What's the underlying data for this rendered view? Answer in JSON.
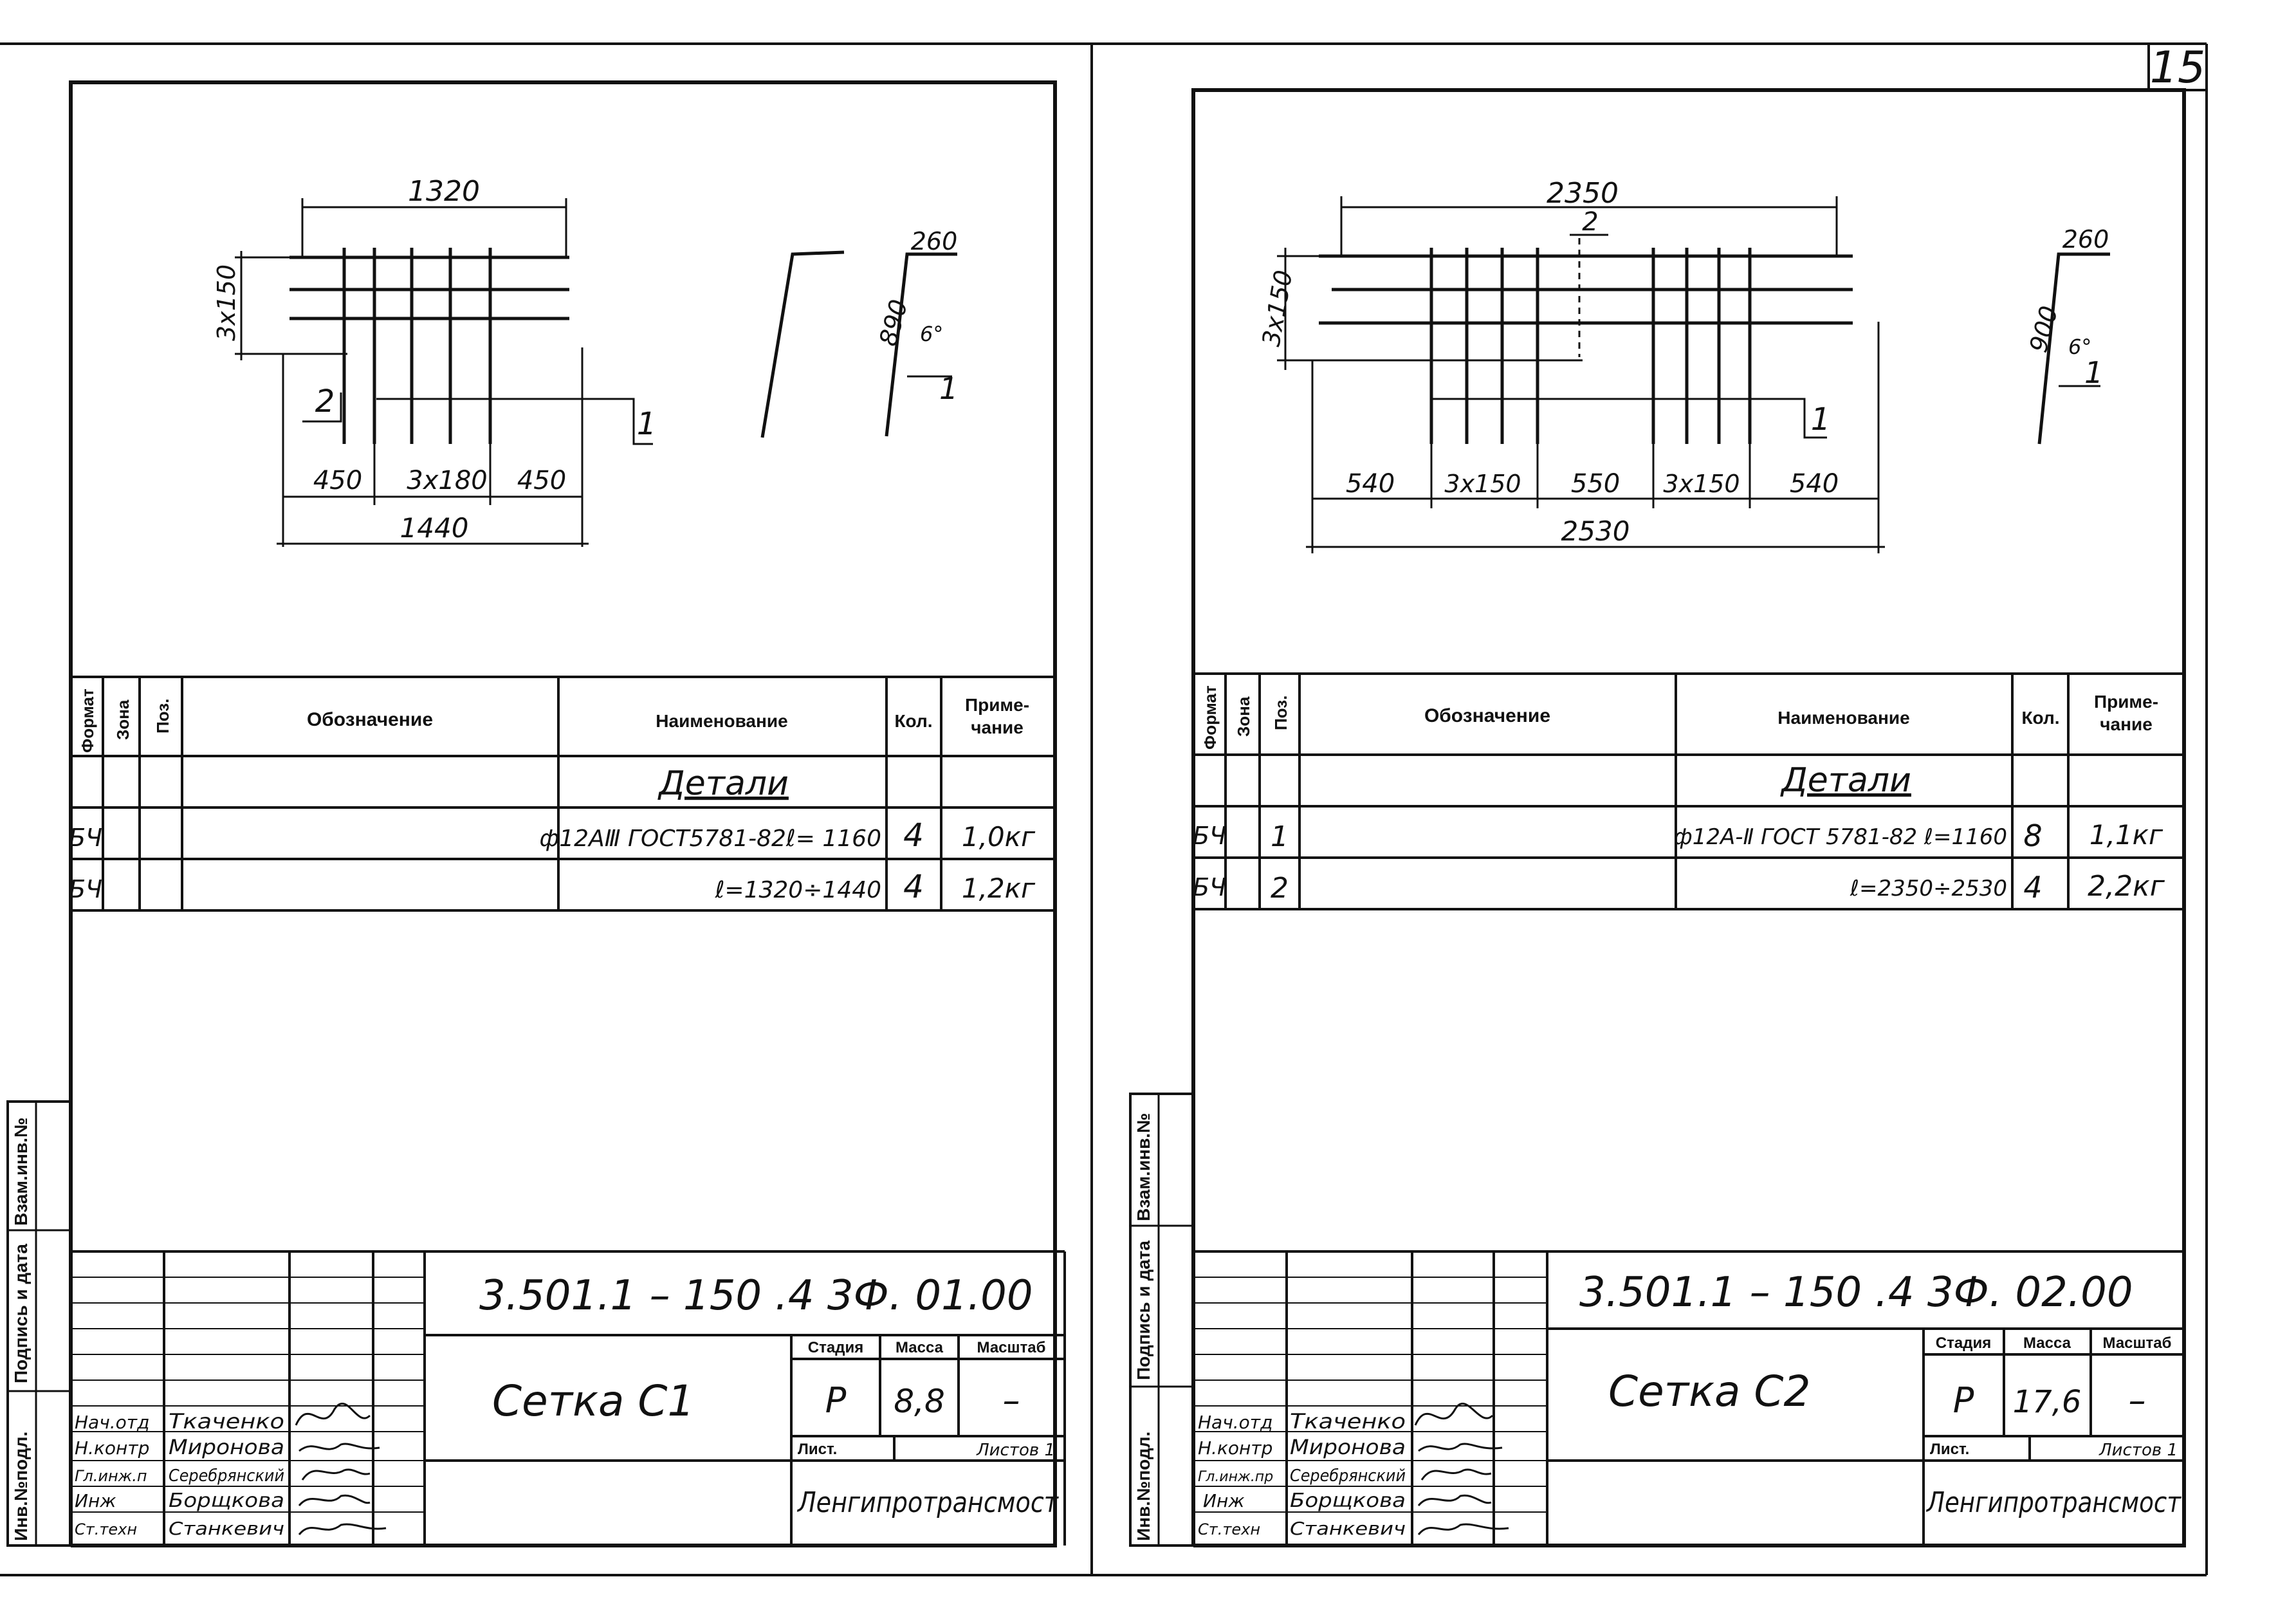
{
  "page_number": "15",
  "side_stamp": {
    "inv_podl": "Инв.№подл.",
    "podpis_data": "Подпись и дата",
    "vzam_inv": "Взам.инв.№"
  },
  "spec_headers": {
    "format": "Формат",
    "zona": "Зона",
    "poz": "Поз.",
    "oboznachenie": "Обозначение",
    "naimenovanie": "Наименование",
    "kol": "Кол.",
    "primechanie_1": "Приме-",
    "primechanie_2": "чание"
  },
  "title_headers": {
    "stadiya": "Стадия",
    "massa": "Масса",
    "masshtab": "Масштаб",
    "list": "Лист.",
    "listov": "Листов 1"
  },
  "sheets": [
    {
      "drawing": {
        "dim_top": "1320",
        "dim_side": "3x150",
        "dim_bottom": [
          "450",
          "3x180",
          "450"
        ],
        "dim_total": "1440",
        "leader_1": "1",
        "leader_2": "2",
        "bend_a": "260",
        "bend_b": "890",
        "bend_angle": "6°",
        "bend_label": "1"
      },
      "spec": {
        "section": "Детали",
        "rows": [
          {
            "format": "БЧ",
            "pos": "",
            "name": "ф12АⅢ ГОСТ5781-82ℓ= 1160",
            "qty": "4",
            "note": "1,0кг"
          },
          {
            "format": "БЧ",
            "pos": "",
            "name": "ℓ=1320÷1440",
            "qty": "4",
            "note": "1,2кг"
          }
        ]
      },
      "title": {
        "code": "3.501.1 – 150 .4 3Ф. 01.00",
        "name": "Сетка С1",
        "stage": "Р",
        "mass": "8,8",
        "scale": "–",
        "org": "Ленгипротрансмост",
        "staff": [
          {
            "role": "Нач.отд",
            "name": "Ткаченко"
          },
          {
            "role": "Н.контр",
            "name": "Миронова"
          },
          {
            "role": "Гл.инж.п",
            "name": "Серебрянский"
          },
          {
            "role": "Инж",
            "name": "Борщкова"
          },
          {
            "role": "Ст.техн",
            "name": "Станкевич"
          }
        ]
      }
    },
    {
      "drawing": {
        "dim_top": "2350",
        "dim_side": "3x150",
        "dim_bottom": [
          "540",
          "3x150",
          "550",
          "3x150",
          "540"
        ],
        "dim_total": "2530",
        "leader_1": "1",
        "leader_2": "2",
        "bend_a": "260",
        "bend_b": "900",
        "bend_angle": "6°",
        "bend_label": "1"
      },
      "spec": {
        "section": "Детали",
        "rows": [
          {
            "format": "БЧ",
            "pos": "1",
            "name": "ф12А-Ⅱ ГОСТ 5781-82 ℓ=1160",
            "qty": "8",
            "note": "1,1кг"
          },
          {
            "format": "БЧ",
            "pos": "2",
            "name": "ℓ=2350÷2530",
            "qty": "4",
            "note": "2,2кг"
          }
        ]
      },
      "title": {
        "code": "3.501.1 – 150 .4 3Ф. 02.00",
        "name": "Сетка С2",
        "stage": "Р",
        "mass": "17,6",
        "scale": "–",
        "org": "Ленгипротрансмост",
        "staff": [
          {
            "role": "Нач.отд",
            "name": "Ткаченко"
          },
          {
            "role": "Н.контр",
            "name": "Миронова"
          },
          {
            "role": "Гл.инж.пр",
            "name": "Серебрянский"
          },
          {
            "role": "Инж",
            "name": "Борщкова"
          },
          {
            "role": "Ст.техн",
            "name": "Станкевич"
          }
        ]
      }
    }
  ]
}
